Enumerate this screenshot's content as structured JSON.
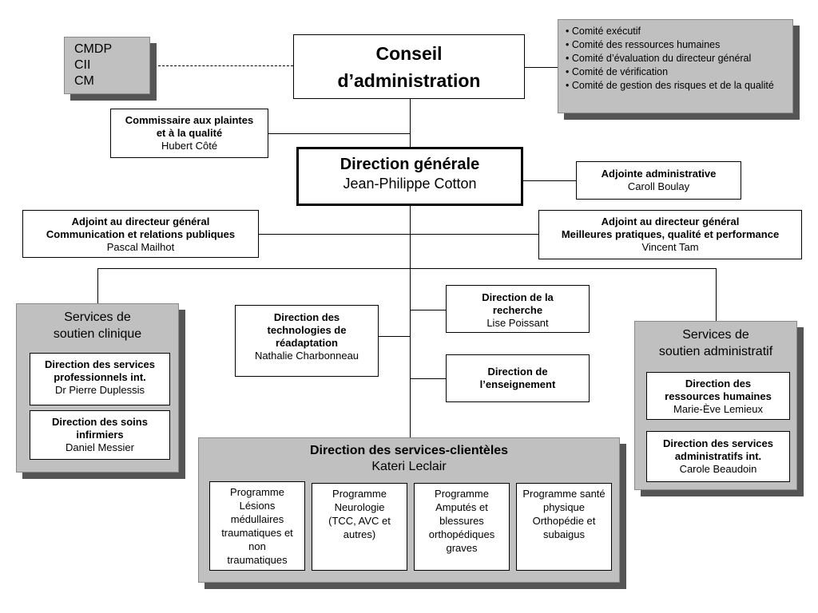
{
  "cmdp_box": {
    "lines": [
      "CMDP",
      "CII",
      "CM"
    ]
  },
  "conseil": {
    "line1": "Conseil",
    "line2": "d’administration"
  },
  "comites": [
    "• Comité exécutif",
    "• Comité des ressources humaines",
    "• Comité d’évaluation du directeur général",
    "• Comité de vérification",
    "• Comité de gestion des risques et de la qualité"
  ],
  "commissaire": {
    "title_line1": "Commissaire aux plaintes",
    "title_line2": "et à la qualité",
    "name": "Hubert Côté"
  },
  "dg": {
    "title": "Direction générale",
    "name": "Jean-Philippe Cotton"
  },
  "adjointe_admin": {
    "title": "Adjointe administrative",
    "name": "Caroll Boulay"
  },
  "adjoint_comm": {
    "title_line1": "Adjoint au directeur général",
    "title_line2": "Communication et relations publiques",
    "name": "Pascal Mailhot"
  },
  "adjoint_perf": {
    "title_line1": "Adjoint au directeur général",
    "title_line2": "Meilleures pratiques, qualité et performance",
    "name": "Vincent Tam"
  },
  "soutien_clinique": {
    "heading_line1": "Services de",
    "heading_line2": "soutien clinique",
    "units": [
      {
        "title_line1": "Direction des services",
        "title_line2": "professionnels int.",
        "name": "Dr Pierre Duplessis"
      },
      {
        "title_line1": "Direction des soins",
        "title_line2": "infirmiers",
        "name": "Daniel Messier"
      }
    ]
  },
  "techno": {
    "title_line1": "Direction des",
    "title_line2": "technologies de",
    "title_line3": "réadaptation",
    "name": "Nathalie Charbonneau"
  },
  "recherche": {
    "title_line1": "Direction de la",
    "title_line2": "recherche",
    "name": "Lise Poissant"
  },
  "enseignement": {
    "title_line1": "Direction de",
    "title_line2": "l’enseignement"
  },
  "soutien_admin": {
    "heading_line1": "Services de",
    "heading_line2": "soutien administratif",
    "units": [
      {
        "title_line1": "Direction des",
        "title_line2": "ressources humaines",
        "name": "Marie-Ève Lemieux"
      },
      {
        "title_line1": "Direction des services",
        "title_line2": "administratifs int.",
        "name": "Carole Beaudoin"
      }
    ]
  },
  "clienteles": {
    "title": "Direction des services-clientèles",
    "name": "Kateri Leclair",
    "programs": [
      [
        "Programme",
        "Lésions",
        "médullaires",
        "traumatiques et",
        "non",
        "traumatiques"
      ],
      [
        "Programme",
        "Neurologie",
        "(TCC, AVC et",
        "autres)"
      ],
      [
        "Programme",
        "Amputés et",
        "blessures",
        "orthopédiques",
        "graves"
      ],
      [
        "Programme santé",
        "physique",
        "Orthopédie et",
        "subaigus"
      ]
    ]
  }
}
